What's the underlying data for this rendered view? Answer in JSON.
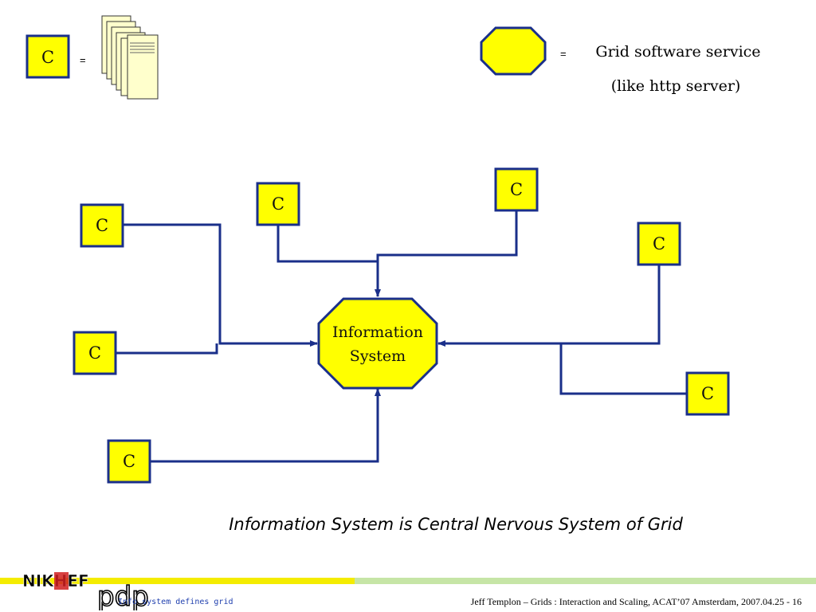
{
  "legend": {
    "client_label": "C",
    "equals": "=",
    "service_equals": "=",
    "service_line1": "Grid software service",
    "service_line2": "(like http server)"
  },
  "hub": {
    "line1": "Information",
    "line2": "System"
  },
  "clients": [
    {
      "label": "C"
    },
    {
      "label": "C"
    },
    {
      "label": "C"
    },
    {
      "label": "C"
    },
    {
      "label": "C"
    },
    {
      "label": "C"
    },
    {
      "label": "C"
    }
  ],
  "caption": "Information System is Central Nervous System of Grid",
  "footer": {
    "left": "Info system defines grid",
    "right": "Jeff Templon  –  Grids : Interaction and Scaling, ACAT’07 Amsterdam, 2007.04.25  -  16"
  },
  "logo": {
    "text1": "NIKHEF",
    "text2": "pdp"
  },
  "colors": {
    "box_fill": "#ffff00",
    "line": "#1a2f8a",
    "bar_yellow": "#f4ec00",
    "bar_green": "#c6e5a6"
  }
}
